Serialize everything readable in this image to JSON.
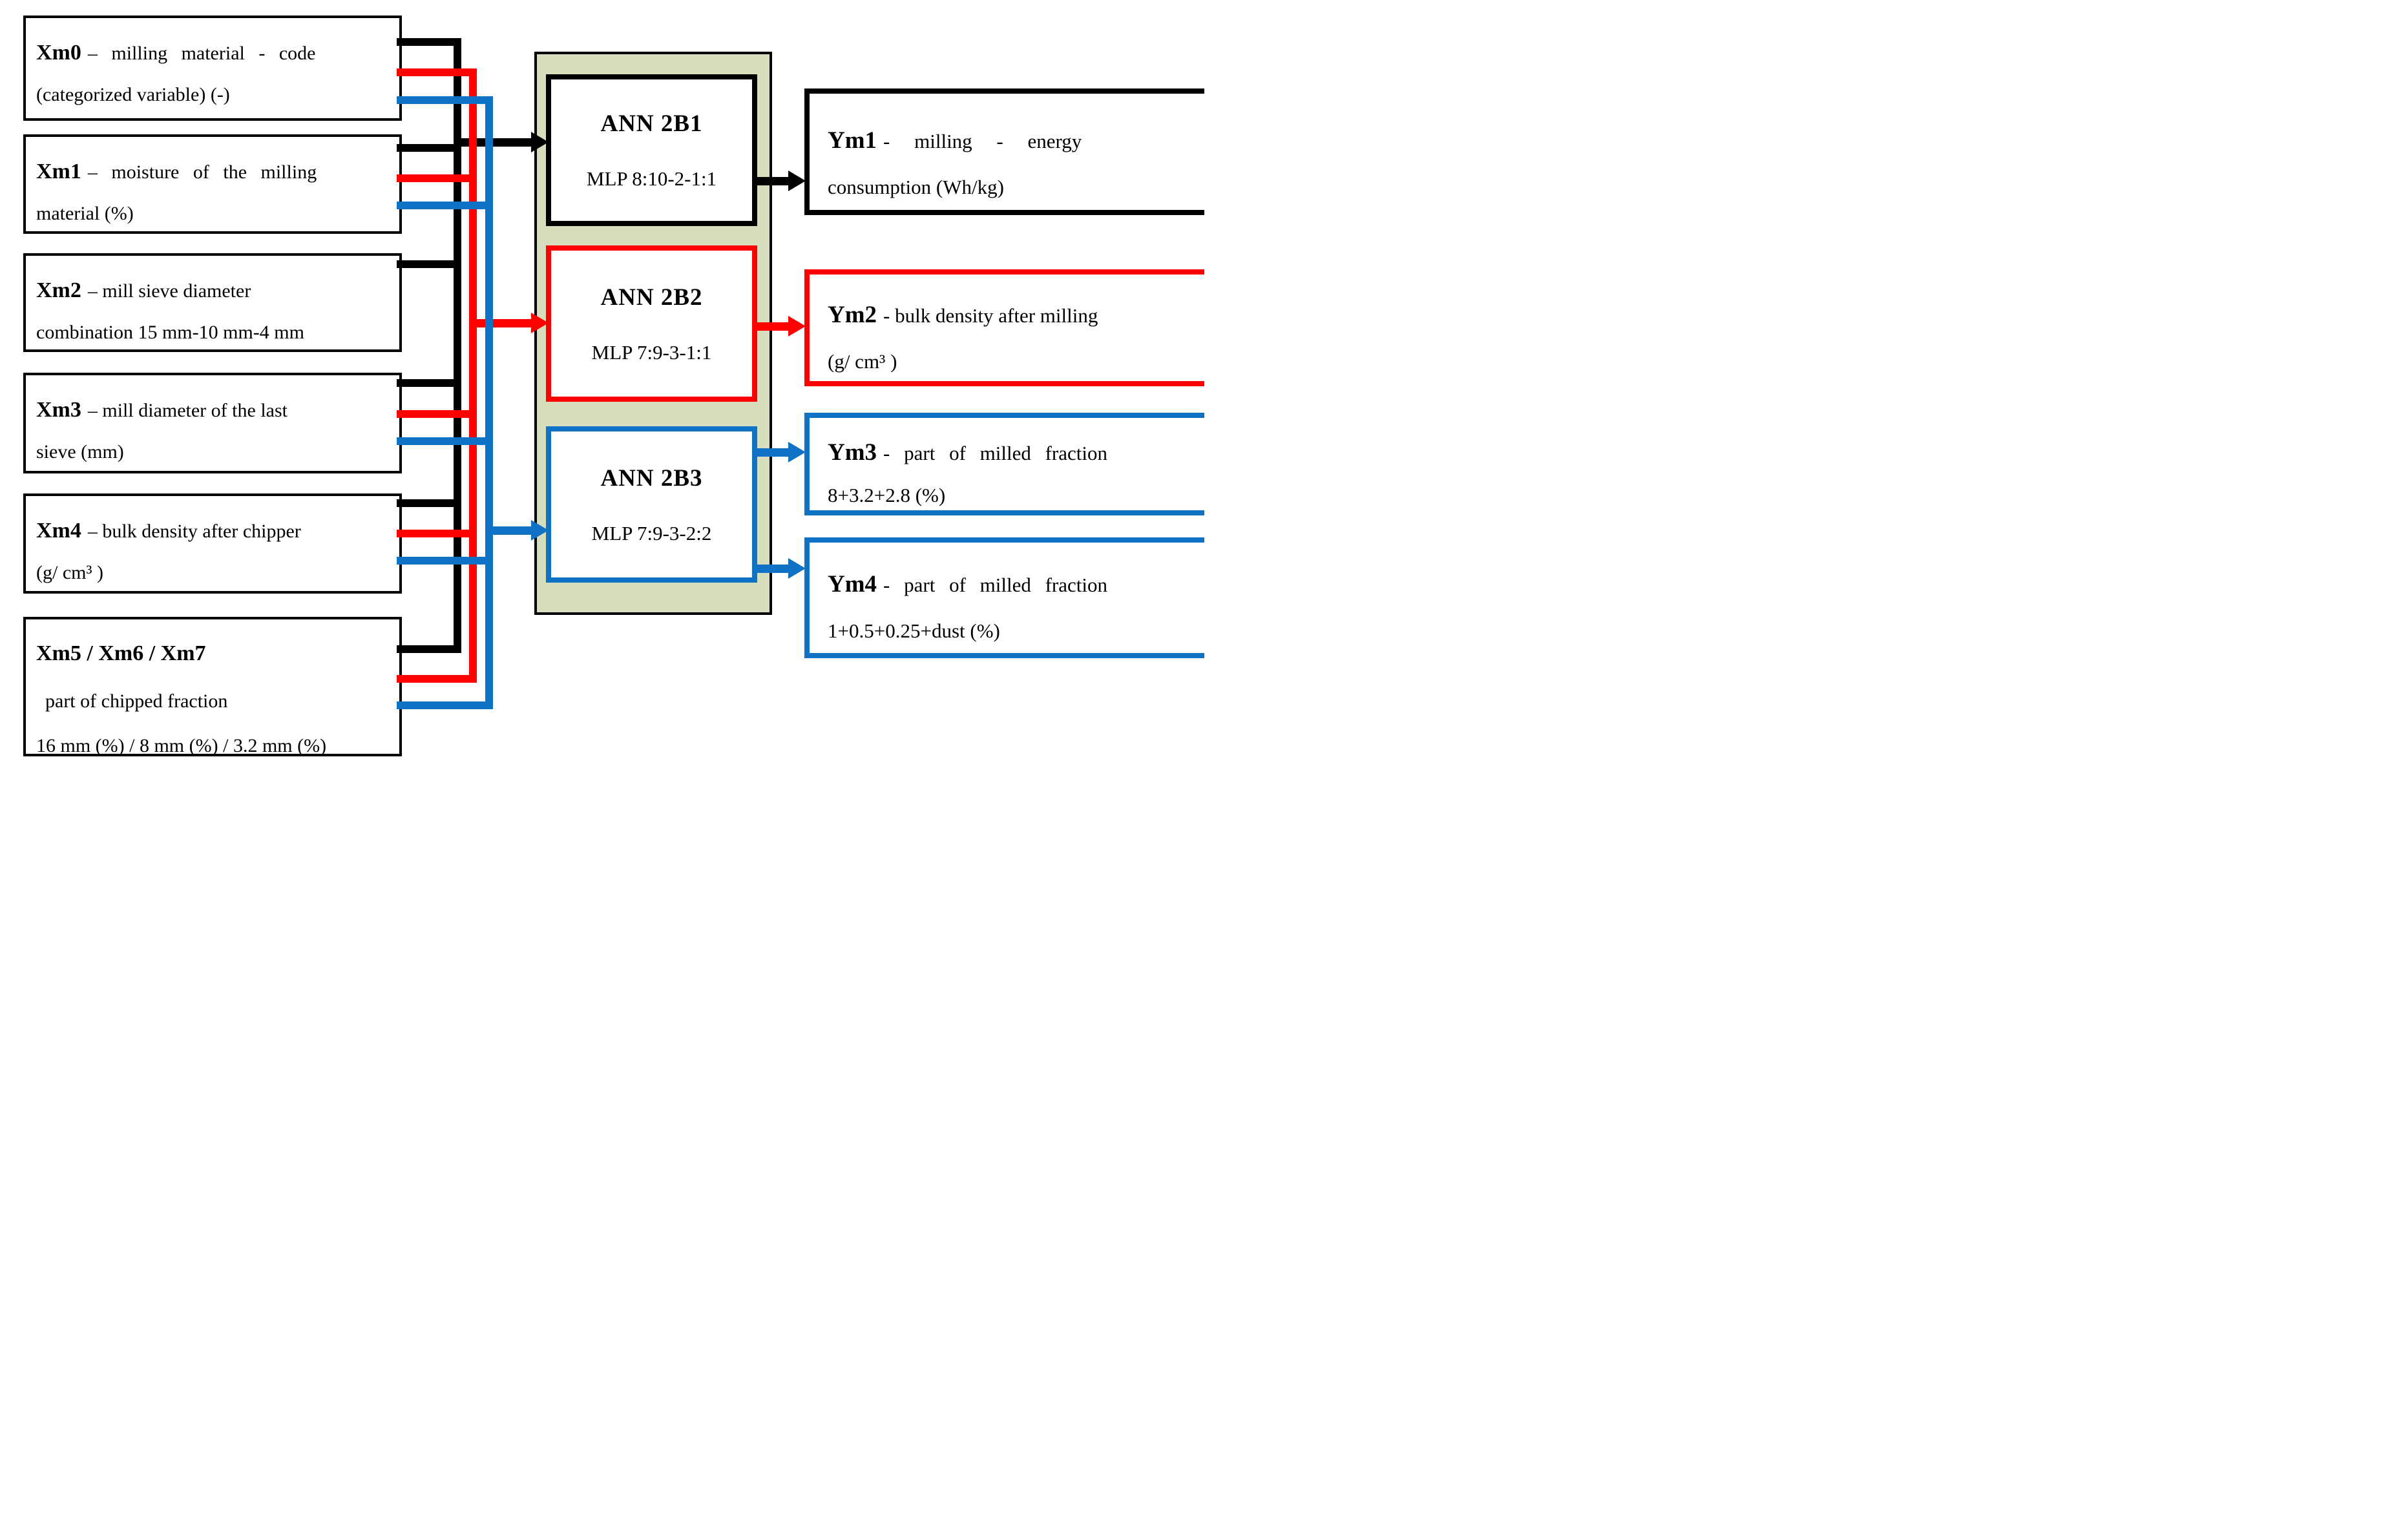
{
  "diagram": {
    "title": "ANN milling model diagram",
    "colors": {
      "bus_black": "#000000",
      "bus_red": "#ff0000",
      "bus_blue": "#1072c4",
      "panel_green": "#d6debd"
    },
    "inputs": [
      {
        "label": "Xm0",
        "line1": "–  milling  material  -  code",
        "line2": "(categorized variable) (-)"
      },
      {
        "label": "Xm1",
        "line1": "–  moisture  of  the  milling",
        "line2": "material (%)"
      },
      {
        "label": "Xm2",
        "line1": "– mill sieve diameter",
        "line2": "combination 15 mm-10 mm-4 mm"
      },
      {
        "label": "Xm3",
        "line1": "– mill diameter of the last",
        "line2": "sieve (mm)"
      },
      {
        "label": "Xm4",
        "line1": "– bulk density after chipper",
        "line2": "(g/ cm³ )"
      },
      {
        "label": "Xm5 / Xm6 / Xm7",
        "line2": "part of chipped fraction",
        "line3": "16 mm (%) / 8 mm (%) / 3.2 mm (%)"
      }
    ],
    "networks": [
      {
        "title": "ANN 2B1",
        "subtitle": "MLP 8:10-2-1:1",
        "color": "#000000"
      },
      {
        "title": "ANN 2B2",
        "subtitle": "MLP 7:9-3-1:1",
        "color": "#ff0000"
      },
      {
        "title": "ANN 2B3",
        "subtitle": "MLP 7:9-3-2:2",
        "color": "#1072c4"
      }
    ],
    "outputs": [
      {
        "label": "Ym1",
        "line1": "-  milling  -  energy",
        "line2": "consumption (Wh/kg)",
        "color": "#000000"
      },
      {
        "label": "Ym2",
        "line1": "- bulk density after milling",
        "line2": "(g/ cm³ )",
        "color": "#ff0000"
      },
      {
        "label": "Ym3",
        "line1": "-  part  of  milled  fraction",
        "line2": "8+3.2+2.8 (%)",
        "color": "#1072c4"
      },
      {
        "label": "Ym4",
        "line1": "-  part  of  milled  fraction",
        "line2": "1+0.5+0.25+dust (%)",
        "color": "#1072c4"
      }
    ]
  }
}
